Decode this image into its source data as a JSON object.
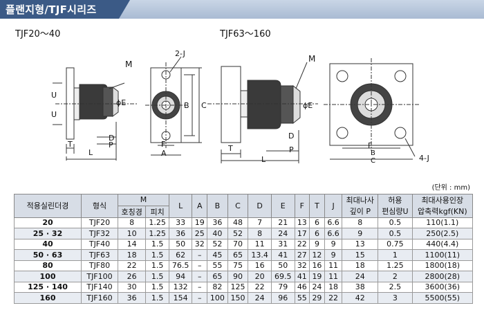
{
  "header": {
    "title": "플랜지형/TJF시리즈"
  },
  "drawings": {
    "left_title": "TJF20～40",
    "right_title": "TJF63～160",
    "left_labels": {
      "m": "M",
      "j": "2-J",
      "u1": "U",
      "u2": "U",
      "e": "ϕE",
      "b": "B",
      "c": "C",
      "d": "D",
      "p": "P",
      "t": "T",
      "l": "L",
      "f": "F",
      "a": "A"
    },
    "right_labels": {
      "m": "M",
      "e": "ϕE",
      "d": "D",
      "t": "T",
      "p": "P",
      "l": "L",
      "f": "F",
      "b": "B",
      "c": "C",
      "j": "4-J"
    }
  },
  "unit_note": "(단위 : mm)",
  "table": {
    "h_cyl": "적용실린더경",
    "h_type": "형식",
    "h_m": "M",
    "h_m_size": "호칭경",
    "h_m_pitch": "피치",
    "h_cols": [
      "L",
      "A",
      "B",
      "C",
      "D",
      "E",
      "F",
      "T",
      "J"
    ],
    "h_p1": "최대나사",
    "h_p2": "깊이 P",
    "h_u1": "허용",
    "h_u2": "편심량U",
    "h_f1": "최대사용인장",
    "h_f2": "압축력kgf(KN)",
    "rows": [
      {
        "cyl": "20",
        "type": "TJF20",
        "m": "8",
        "pitch": "1.25",
        "l": "33",
        "a": "19",
        "b": "36",
        "c": "48",
        "d": "7",
        "e": "21",
        "f": "13",
        "t": "6",
        "j": "6.6",
        "p": "8",
        "u": "0.5",
        "force": "110(1.1)"
      },
      {
        "cyl": "25 · 32",
        "type": "TJF32",
        "m": "10",
        "pitch": "1.25",
        "l": "36",
        "a": "25",
        "b": "40",
        "c": "52",
        "d": "8",
        "e": "24",
        "f": "17",
        "t": "6",
        "j": "6.6",
        "p": "9",
        "u": "0.5",
        "force": "250(2.5)"
      },
      {
        "cyl": "40",
        "type": "TJF40",
        "m": "14",
        "pitch": "1.5",
        "l": "50",
        "a": "32",
        "b": "52",
        "c": "70",
        "d": "11",
        "e": "31",
        "f": "22",
        "t": "9",
        "j": "9",
        "p": "13",
        "u": "0.75",
        "force": "440(4.4)"
      },
      {
        "cyl": "50 · 63",
        "type": "TJF63",
        "m": "18",
        "pitch": "1.5",
        "l": "62",
        "a": "–",
        "b": "45",
        "c": "65",
        "d": "13.4",
        "e": "41",
        "f": "27",
        "t": "12",
        "j": "9",
        "p": "15",
        "u": "1",
        "force": "1100(11)"
      },
      {
        "cyl": "80",
        "type": "TJF80",
        "m": "22",
        "pitch": "1.5",
        "l": "76.5",
        "a": "–",
        "b": "55",
        "c": "75",
        "d": "16",
        "e": "50",
        "f": "32",
        "t": "16",
        "j": "11",
        "p": "18",
        "u": "1.25",
        "force": "1800(18)"
      },
      {
        "cyl": "100",
        "type": "TJF100",
        "m": "26",
        "pitch": "1.5",
        "l": "94",
        "a": "–",
        "b": "65",
        "c": "90",
        "d": "20",
        "e": "69.5",
        "f": "41",
        "t": "19",
        "j": "11",
        "p": "24",
        "u": "2",
        "force": "2800(28)"
      },
      {
        "cyl": "125 · 140",
        "type": "TJF140",
        "m": "30",
        "pitch": "1.5",
        "l": "132",
        "a": "–",
        "b": "82",
        "c": "125",
        "d": "22",
        "e": "79",
        "f": "46",
        "t": "24",
        "j": "18",
        "p": "38",
        "u": "2.5",
        "force": "3600(36)"
      },
      {
        "cyl": "160",
        "type": "TJF160",
        "m": "36",
        "pitch": "1.5",
        "l": "154",
        "a": "–",
        "b": "100",
        "c": "150",
        "d": "24",
        "e": "96",
        "f": "55",
        "t": "29",
        "j": "22",
        "p": "42",
        "u": "3",
        "force": "5500(55)"
      }
    ]
  }
}
